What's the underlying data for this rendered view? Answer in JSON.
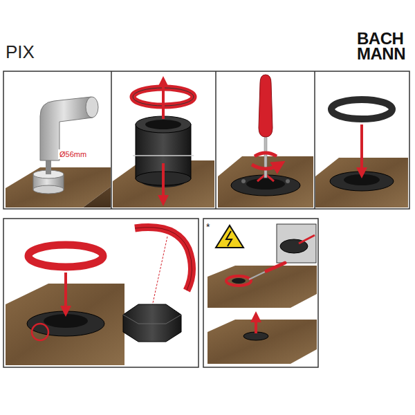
{
  "diagram": {
    "title": "PIX",
    "labels": [
      "BACH MANN",
      "Ø56mm",
      "*"
    ]
  }
}
